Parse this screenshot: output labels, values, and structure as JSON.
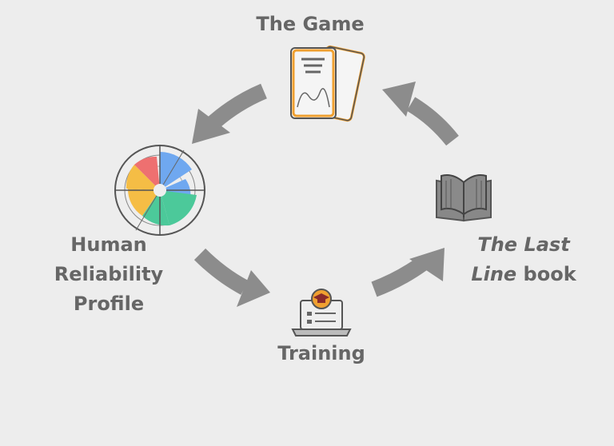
{
  "nodes": {
    "game": {
      "label": "The Game"
    },
    "profile": {
      "lines": [
        "Human",
        "Reliability",
        "Profile"
      ]
    },
    "training": {
      "label": "Training"
    },
    "book": {
      "italic_line1": "The Last",
      "italic_line2": "Line",
      "suffix": " book"
    }
  },
  "icons": {
    "game": "score-cards-icon",
    "profile": "radial-chart-icon",
    "training": "laptop-graduation-icon",
    "book": "open-book-icon"
  },
  "colors": {
    "background": "#ededed",
    "text": "#666666",
    "arrow": "#8c8c8c",
    "card_border": "#f0a030",
    "chart_blue": "#6fa8f0",
    "chart_green": "#4cc99a",
    "chart_yellow": "#f5bd45",
    "chart_red": "#ee7070"
  }
}
